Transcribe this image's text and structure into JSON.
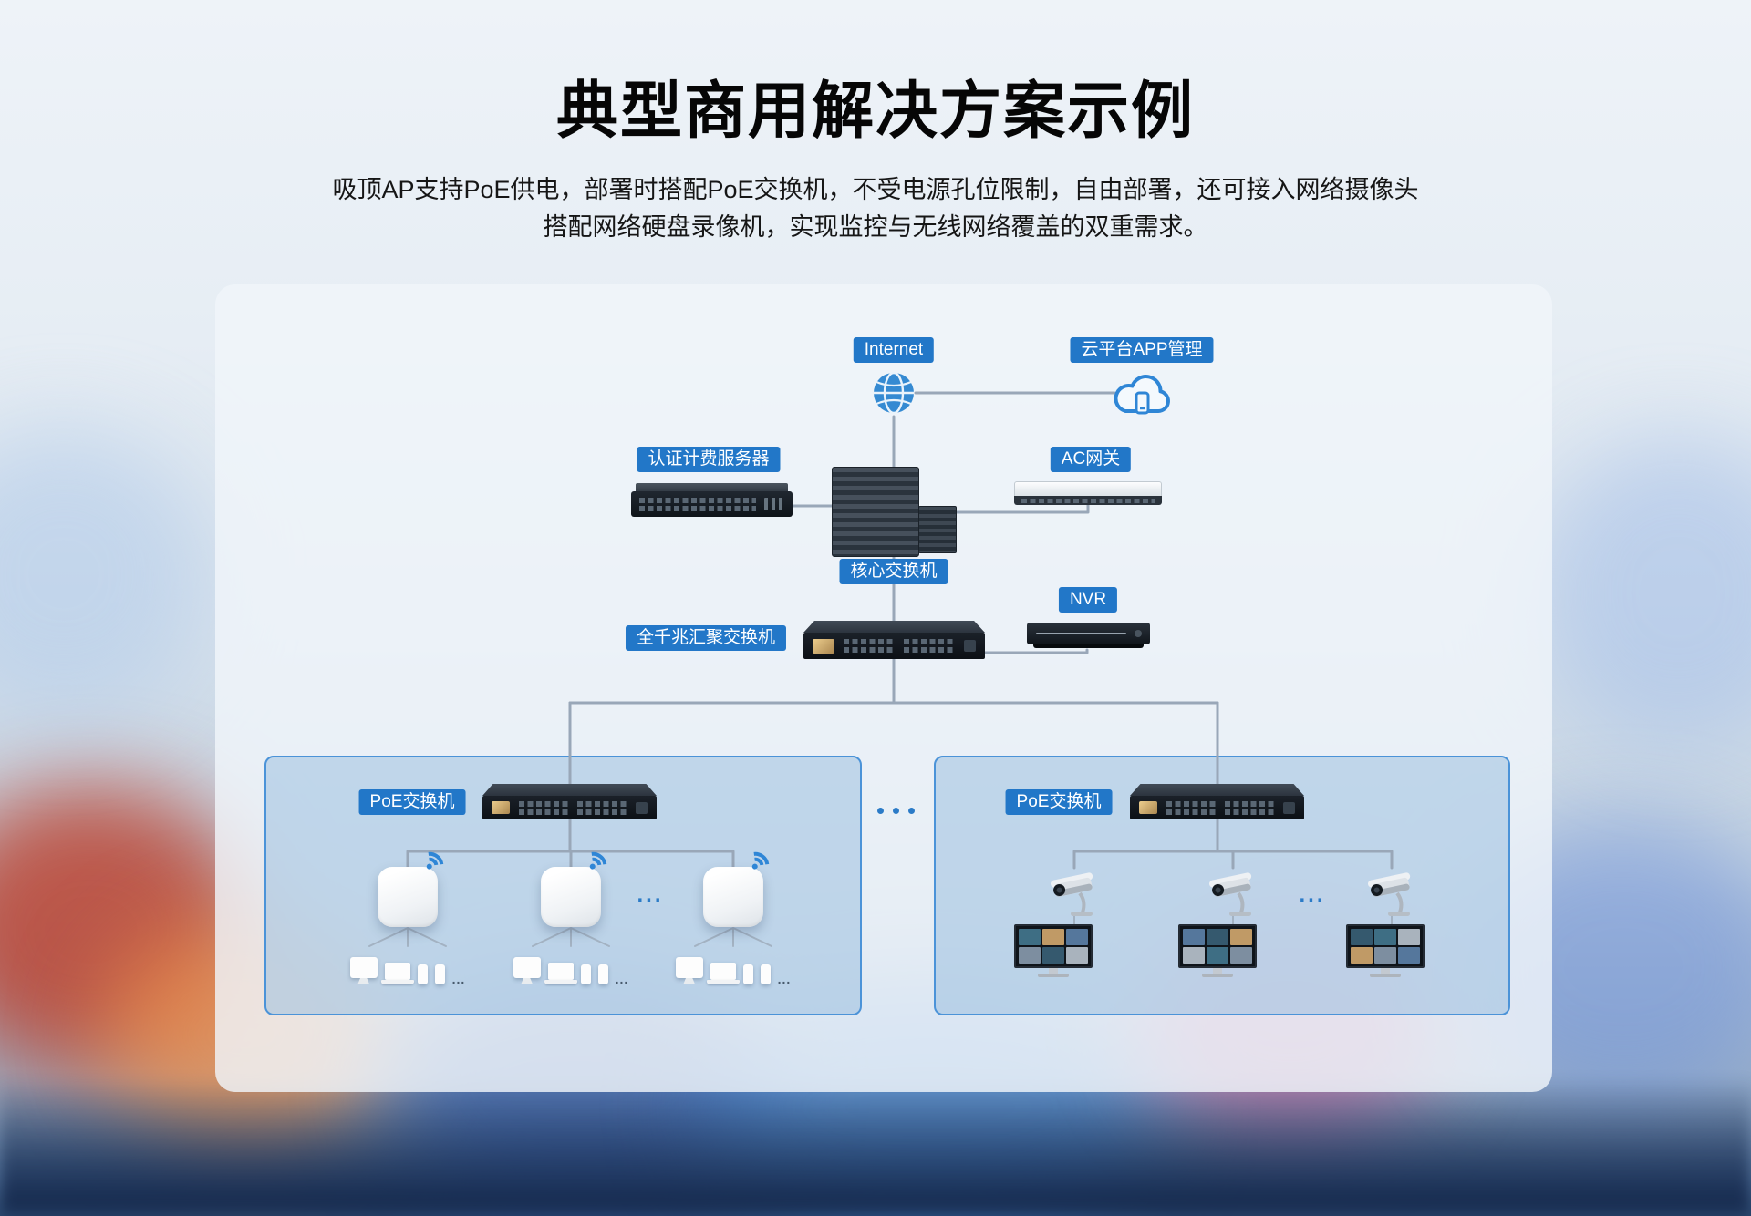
{
  "header": {
    "title": "典型商用解决方案示例",
    "subtitle_line1": "吸顶AP支持PoE供电，部署时搭配PoE交换机，不受电源孔位限制，自由部署，还可接入网络摄像头",
    "subtitle_line2": "搭配网络硬盘录像机，实现监控与无线网络覆盖的双重需求。"
  },
  "diagram": {
    "nodes": {
      "internet": "Internet",
      "cloud_app": "云平台APP管理",
      "auth_server": "认证计费服务器",
      "ac_gateway": "AC网关",
      "core_switch": "核心交换机",
      "nvr": "NVR",
      "aggregation_switch": "全千兆汇聚交换机",
      "poe_switch_left": "PoE交换机",
      "poe_switch_right": "PoE交换机"
    },
    "dots": "..."
  },
  "colors": {
    "badge_background": "#2277c8",
    "badge_text": "#ffffff",
    "connector_line": "#99a7b8",
    "zone_panel_border": "#4b93d8",
    "wifi_icon": "#2f86d6"
  }
}
